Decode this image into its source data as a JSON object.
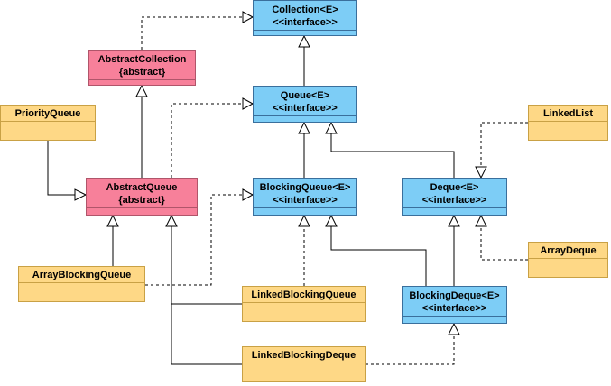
{
  "classes": {
    "collection": {
      "name": "Collection<E>",
      "stereotype": "<<interface>>"
    },
    "abstract_collection": {
      "name": "AbstractCollection",
      "stereotype": "{abstract}"
    },
    "queue": {
      "name": "Queue<E>",
      "stereotype": "<<interface>>"
    },
    "priority_queue": {
      "name": "PriorityQueue"
    },
    "linked_list": {
      "name": "LinkedList"
    },
    "abstract_queue": {
      "name": "AbstractQueue",
      "stereotype": "{abstract}"
    },
    "blocking_queue": {
      "name": "BlockingQueue<E>",
      "stereotype": "<<interface>>"
    },
    "deque": {
      "name": "Deque<E>",
      "stereotype": "<<interface>>"
    },
    "array_deque": {
      "name": "ArrayDeque"
    },
    "array_blocking_queue": {
      "name": "ArrayBlockingQueue"
    },
    "linked_blocking_queue": {
      "name": "LinkedBlockingQueue"
    },
    "blocking_deque": {
      "name": "BlockingDeque<E>",
      "stereotype": "<<interface>>"
    },
    "linked_blocking_deque": {
      "name": "LinkedBlockingDeque"
    }
  },
  "relations": [
    {
      "from": "AbstractCollection",
      "to": "Collection<E>",
      "kind": "realization"
    },
    {
      "from": "Queue<E>",
      "to": "Collection<E>",
      "kind": "generalization"
    },
    {
      "from": "AbstractQueue",
      "to": "AbstractCollection",
      "kind": "generalization"
    },
    {
      "from": "AbstractQueue",
      "to": "Queue<E>",
      "kind": "realization"
    },
    {
      "from": "PriorityQueue",
      "to": "AbstractQueue",
      "kind": "generalization"
    },
    {
      "from": "BlockingQueue<E>",
      "to": "Queue<E>",
      "kind": "generalization"
    },
    {
      "from": "Deque<E>",
      "to": "Queue<E>",
      "kind": "generalization"
    },
    {
      "from": "LinkedList",
      "to": "Deque<E>",
      "kind": "realization"
    },
    {
      "from": "ArrayDeque",
      "to": "Deque<E>",
      "kind": "realization"
    },
    {
      "from": "ArrayBlockingQueue",
      "to": "AbstractQueue",
      "kind": "generalization"
    },
    {
      "from": "ArrayBlockingQueue",
      "to": "BlockingQueue<E>",
      "kind": "realization"
    },
    {
      "from": "LinkedBlockingQueue",
      "to": "AbstractQueue",
      "kind": "generalization"
    },
    {
      "from": "LinkedBlockingQueue",
      "to": "BlockingQueue<E>",
      "kind": "realization"
    },
    {
      "from": "BlockingDeque<E>",
      "to": "BlockingQueue<E>",
      "kind": "generalization"
    },
    {
      "from": "BlockingDeque<E>",
      "to": "Deque<E>",
      "kind": "generalization"
    },
    {
      "from": "LinkedBlockingDeque",
      "to": "AbstractQueue",
      "kind": "generalization"
    },
    {
      "from": "LinkedBlockingDeque",
      "to": "BlockingDeque<E>",
      "kind": "realization"
    }
  ]
}
